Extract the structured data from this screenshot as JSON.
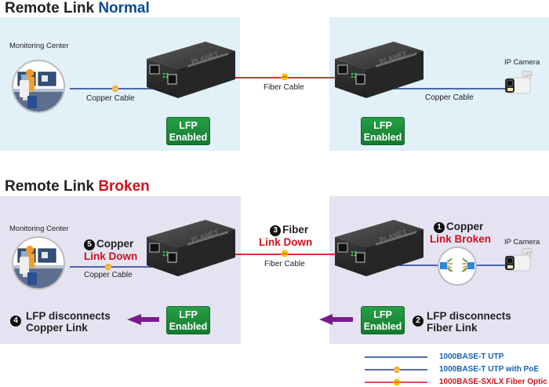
{
  "normal": {
    "title_prefix": "Remote Link ",
    "title_highlight": "Normal",
    "monitoring_center": "Monitoring Center",
    "copper_cable_left": "Copper Cable",
    "fiber_cable": "Fiber Cable",
    "copper_cable_right": "Copper Cable",
    "ip_camera": "IP Camera",
    "lfp_left": [
      "LFP",
      "Enabled"
    ],
    "lfp_right": [
      "LFP",
      "Enabled"
    ]
  },
  "broken": {
    "title_prefix": "Remote Link ",
    "title_highlight": "Broken",
    "monitoring_center": "Monitoring Center",
    "copper_cable_left": "Copper Cable",
    "fiber_cable": "Fiber Cable",
    "ip_camera": "IP Camera",
    "step1": {
      "num": "1",
      "line1": "Copper",
      "line2": "Link Broken"
    },
    "step2": {
      "num": "2",
      "line1": "LFP disconnects",
      "line2": "Fiber Link"
    },
    "step3": {
      "num": "3",
      "line1": "Fiber",
      "line2": "Link Down"
    },
    "step4": {
      "num": "4",
      "line1": "LFP disconnects",
      "line2": "Copper Link"
    },
    "step5": {
      "num": "5",
      "line1": "Copper",
      "line2": "Link Down"
    },
    "lfp_left": [
      "LFP",
      "Enabled"
    ],
    "lfp_right": [
      "LFP",
      "Enabled"
    ]
  },
  "device": {
    "brand": "PLANET"
  },
  "legend": [
    {
      "label": "1000BASE-T UTP",
      "color": "#1d3a8f",
      "marker": "none"
    },
    {
      "label": "1000BASE-T UTP with PoE",
      "color": "#1d3a8f",
      "marker": "PoE"
    },
    {
      "label": "1000BASE-SX/LX Fiber Optic",
      "color": "#d0121b",
      "marker": "fiber"
    }
  ],
  "colors": {
    "copper": "#1d3a8f",
    "fiber": "#e0101e",
    "poe_marker": "#f5a623",
    "fiber_marker": "#f7c600",
    "normal_highlight": "#0b4a8f",
    "broken_highlight": "#d0121b",
    "lfp_green": "#1e8c3a",
    "arrow_purple": "#7a1a8c",
    "panel_blue": "#e2f0f8",
    "panel_lavender": "#e5e3f1"
  }
}
